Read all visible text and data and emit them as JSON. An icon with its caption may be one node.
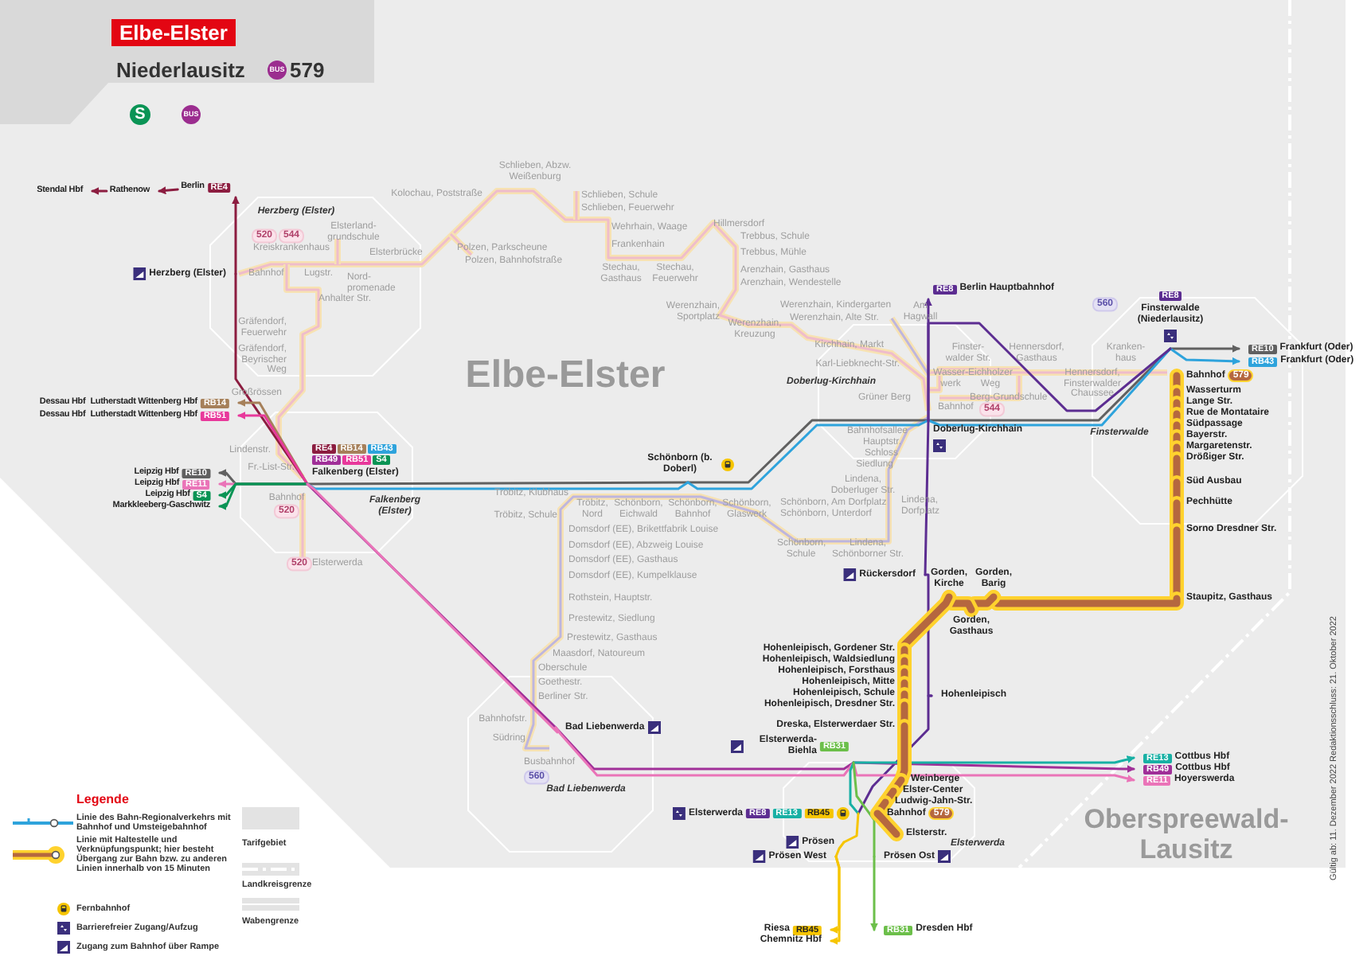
{
  "diagram": {
    "title": "Elbe-Elster",
    "nodes": [
      {
        "text": [
          "Berlin",
          "RE4"
        ]
      },
      {
        "text": [
          "Herzberg (Elster)"
        ]
      },
      {
        "text": [
          "Dessau Hbf",
          "Lutherstadt Wittenberg Hbf",
          "RB14"
        ]
      },
      {
        "text": [
          "Dessau Hbf",
          "Lutherstadt Wittenberg Hbf",
          "RB51"
        ]
      },
      {
        "text": [
          "Leipzig Hbf",
          "RE10"
        ]
      },
      {
        "text": [
          "Leipzig Hbf",
          "RE11"
        ]
      },
      {
        "text": [
          "Leipzig Hbf",
          "S4"
        ]
      },
      {
        "text": [
          "Markkleeberg-Gaschwitz"
        ]
      },
      {
        "text": [
          "RE4",
          "RB14",
          "RB43",
          "RB49",
          "RB51",
          "S4",
          "Falkenberg (Elster)"
        ]
      },
      {
        "text": [
          "Schönborn (b. Doberl)"
        ]
      },
      {
        "text": [
          "Doberlug-Kirchhain"
        ]
      },
      {
        "text": [
          "RE8",
          "Berlin Hauptbahnhof"
        ]
      },
      {
        "text": [
          "RE8",
          "Finsterwalde (Niederlausitz)"
        ]
      },
      {
        "text": [
          "RE10",
          "Frankfurt (Oder)"
        ]
      },
      {
        "text": [
          "RB43",
          "Frankfurt (Oder)"
        ]
      },
      {
        "text": [
          "Bahnhof",
          "579"
        ]
      },
      {
        "text": [
          "Wasserturm"
        ]
      },
      {
        "text": [
          "Lange Str."
        ]
      },
      {
        "text": [
          "Rue de Montataire"
        ]
      },
      {
        "text": [
          "Südpassage"
        ]
      },
      {
        "text": [
          "Bayerstr."
        ]
      },
      {
        "text": [
          "Margaretenstr."
        ]
      },
      {
        "text": [
          "Drößiger Str."
        ]
      },
      {
        "text": [
          "Süd Ausbau"
        ]
      },
      {
        "text": [
          "Pechhütte"
        ]
      },
      {
        "text": [
          "Sorno Dresdner Str."
        ]
      },
      {
        "text": [
          "Staupitz, Gasthaus"
        ]
      },
      {
        "text": [
          "Gorden, Barig"
        ]
      },
      {
        "text": [
          "Gorden, Gasthaus"
        ]
      },
      {
        "text": [
          "Gorden, Kirche"
        ]
      },
      {
        "text": [
          "Hohenleipisch, Gordener Str."
        ]
      },
      {
        "text": [
          "Hohenleipisch, Waldsiedlung"
        ]
      },
      {
        "text": [
          "Hohenleipisch, Forsthaus"
        ]
      },
      {
        "text": [
          "Hohenleipisch, Mitte"
        ]
      },
      {
        "text": [
          "Hohenleipisch, Schule"
        ]
      },
      {
        "text": [
          "Hohenleipisch, Dresdner Str."
        ]
      },
      {
        "text": [
          "Dreska, Elsterwerdaer Str."
        ]
      },
      {
        "text": [
          "Weinberge"
        ]
      },
      {
        "text": [
          "Elster-Center"
        ]
      },
      {
        "text": [
          "Ludwig-Jahn-Str."
        ]
      },
      {
        "text": [
          "Bahnhof",
          "579"
        ]
      },
      {
        "text": [
          "Elsterstr."
        ]
      },
      {
        "text": [
          "Rückersdorf"
        ]
      },
      {
        "text": [
          "Hohenleipisch"
        ]
      },
      {
        "text": [
          "Elsterwerda-Biehla",
          "RB31"
        ]
      },
      {
        "text": [
          "Elsterwerda",
          "RE8",
          "RE13",
          "RB45"
        ]
      },
      {
        "text": [
          "Bad Liebenwerda"
        ]
      },
      {
        "text": [
          "Prösen"
        ]
      },
      {
        "text": [
          "Prösen West"
        ]
      },
      {
        "text": [
          "Prösen Ost"
        ]
      },
      {
        "text": [
          "Riesa",
          "RB45"
        ]
      },
      {
        "text": [
          "Chemnitz Hbf"
        ]
      },
      {
        "text": [
          "RB31",
          "Dresden Hbf"
        ]
      },
      {
        "text": [
          "RE13",
          "Cottbus Hbf"
        ]
      },
      {
        "text": [
          "RB49",
          "Cottbus Hbf"
        ]
      },
      {
        "text": [
          "RE11",
          "Hoyerswerda"
        ]
      },
      {
        "text": [
          "Stendal Hbf"
        ]
      },
      {
        "text": [
          "Rathenow"
        ]
      }
    ],
    "edges": [
      {
        "from": 8,
        "to": 1,
        "arrow": "none",
        "color": "#8c1d40"
      },
      {
        "from": 1,
        "to": 0,
        "arrow": "to",
        "color": "#8c1d40"
      },
      {
        "from": 8,
        "to": 2,
        "arrow": "to",
        "color": "#a6805a"
      },
      {
        "from": 8,
        "to": 3,
        "arrow": "to",
        "color": "#e8399b"
      },
      {
        "from": 8,
        "to": 4,
        "arrow": "to",
        "color": "#606060"
      },
      {
        "from": 8,
        "to": 5,
        "arrow": "to",
        "color": "#ea74b8"
      },
      {
        "from": 8,
        "to": 6,
        "arrow": "to",
        "color": "#0a9455"
      },
      {
        "from": 8,
        "to": 7,
        "arrow": "to",
        "color": "#0a9455"
      },
      {
        "from": 8,
        "to": 9,
        "arrow": "none",
        "color": "#606060"
      },
      {
        "from": 9,
        "to": 10,
        "arrow": "none",
        "color": "#606060"
      },
      {
        "from": 10,
        "to": 12,
        "arrow": "none",
        "color": "#606060"
      },
      {
        "from": 12,
        "to": 13,
        "arrow": "to",
        "color": "#606060"
      },
      {
        "from": 8,
        "to": 9,
        "arrow": "none",
        "color": "#2ea3dc"
      },
      {
        "from": 9,
        "to": 10,
        "arrow": "none",
        "color": "#2ea3dc"
      },
      {
        "from": 10,
        "to": 12,
        "arrow": "none",
        "color": "#2ea3dc"
      },
      {
        "from": 12,
        "to": 14,
        "arrow": "to",
        "color": "#2ea3dc"
      },
      {
        "from": 10,
        "to": 11,
        "arrow": "to",
        "color": "#5c2d91"
      },
      {
        "from": 10,
        "to": 12,
        "arrow": "none",
        "color": "#5c2d91"
      },
      {
        "from": 10,
        "to": 42,
        "arrow": "none",
        "color": "#5c2d91"
      },
      {
        "from": 42,
        "to": 43,
        "arrow": "none",
        "color": "#5c2d91"
      },
      {
        "from": 43,
        "to": 45,
        "arrow": "none",
        "color": "#5c2d91"
      },
      {
        "from": 8,
        "to": 46,
        "arrow": "none",
        "color": "#a02f98"
      },
      {
        "from": 46,
        "to": 44,
        "arrow": "none",
        "color": "#a02f98"
      },
      {
        "from": 44,
        "to": 54,
        "arrow": "to",
        "color": "#a02f98"
      },
      {
        "from": 8,
        "to": 46,
        "arrow": "none",
        "color": "#ea74b8"
      },
      {
        "from": 46,
        "to": 44,
        "arrow": "none",
        "color": "#ea74b8"
      },
      {
        "from": 44,
        "to": 55,
        "arrow": "to",
        "color": "#ea74b8"
      },
      {
        "from": 45,
        "to": 44,
        "arrow": "none",
        "color": "#18b0a4"
      },
      {
        "from": 44,
        "to": 53,
        "arrow": "to",
        "color": "#18b0a4"
      },
      {
        "from": 44,
        "to": 49,
        "arrow": "none",
        "color": "#6cbf4a"
      },
      {
        "from": 49,
        "to": 52,
        "arrow": "to",
        "color": "#6cbf4a"
      },
      {
        "from": 45,
        "to": 47,
        "arrow": "none",
        "color": "#f6c500"
      },
      {
        "from": 47,
        "to": 48,
        "arrow": "none",
        "color": "#f6c500"
      },
      {
        "from": 48,
        "to": 50,
        "arrow": "to",
        "color": "#f6c500"
      },
      {
        "from": 48,
        "to": 51,
        "arrow": "to",
        "color": "#f6c500"
      },
      {
        "from": 15,
        "to": 16,
        "arrow": "none",
        "style": "thick"
      },
      {
        "from": 16,
        "to": 17,
        "arrow": "none",
        "style": "thick"
      },
      {
        "from": 17,
        "to": 18,
        "arrow": "none",
        "style": "thick"
      },
      {
        "from": 18,
        "to": 19,
        "arrow": "none",
        "style": "thick"
      },
      {
        "from": 19,
        "to": 20,
        "arrow": "none",
        "style": "thick"
      },
      {
        "from": 20,
        "to": 21,
        "arrow": "none",
        "style": "thick"
      },
      {
        "from": 21,
        "to": 22,
        "arrow": "none",
        "style": "thick"
      },
      {
        "from": 22,
        "to": 23,
        "arrow": "none",
        "style": "thick"
      },
      {
        "from": 23,
        "to": 24,
        "arrow": "none",
        "style": "thick"
      },
      {
        "from": 24,
        "to": 25,
        "arrow": "none",
        "style": "thick"
      },
      {
        "from": 25,
        "to": 26,
        "arrow": "none",
        "style": "thick"
      },
      {
        "from": 26,
        "to": 27,
        "arrow": "none",
        "style": "thick"
      },
      {
        "from": 27,
        "to": 28,
        "arrow": "none",
        "style": "thick"
      },
      {
        "from": 28,
        "to": 29,
        "arrow": "none",
        "style": "thick"
      },
      {
        "from": 29,
        "to": 30,
        "arrow": "none",
        "style": "thick"
      },
      {
        "from": 30,
        "to": 31,
        "arrow": "none",
        "style": "thick"
      },
      {
        "from": 31,
        "to": 32,
        "arrow": "none",
        "style": "thick"
      },
      {
        "from": 32,
        "to": 33,
        "arrow": "none",
        "style": "thick"
      },
      {
        "from": 33,
        "to": 34,
        "arrow": "none",
        "style": "thick"
      },
      {
        "from": 34,
        "to": 35,
        "arrow": "none",
        "style": "thick"
      },
      {
        "from": 35,
        "to": 36,
        "arrow": "none",
        "style": "thick"
      },
      {
        "from": 36,
        "to": 37,
        "arrow": "none",
        "style": "thick"
      },
      {
        "from": 37,
        "to": 38,
        "arrow": "none",
        "style": "thick"
      },
      {
        "from": 38,
        "to": 39,
        "arrow": "none",
        "style": "thick"
      },
      {
        "from": 39,
        "to": 40,
        "arrow": "none",
        "style": "thick"
      },
      {
        "from": 40,
        "to": 41,
        "arrow": "none",
        "style": "thick"
      },
      {
        "from": 0,
        "to": 57,
        "arrow": "to",
        "color": "#8c1d40"
      },
      {
        "from": 57,
        "to": 56,
        "arrow": "to",
        "color": "#8c1d40"
      }
    ],
    "labels": [
      "Niederlausitz",
      "BUS",
      "579",
      "S",
      "BUS",
      "Elbe-Elster",
      "Oberspreewald-Lausitz",
      "Herzberg (Elster)",
      "Falkenberg (Elster)",
      "Doberlug-Kirchhain",
      "Finsterwalde",
      "Bad Liebenwerda",
      "Elsterwerda",
      "520",
      "544",
      "Kreiskrankenhaus",
      "Elsterland-grundschule",
      "Bahnhof",
      "Lugstr.",
      "Nord-promenade",
      "Elsterbrücke",
      "Anhalter Str.",
      "Gräfendorf, Feuerwehr",
      "Gräfendorf, Beyrischer Weg",
      "Großrössen",
      "Kolochau, Poststraße",
      "Schlieben, Abzw. Weißenburg",
      "Schlieben, Schule",
      "Schlieben, Feuerwehr",
      "Wehrhain, Waage",
      "Polzen, Parkscheune",
      "Polzen, Bahnhofstraße",
      "Frankenhain",
      "Stechau, Gasthaus",
      "Stechau, Feuerwehr",
      "Hillmersdorf",
      "Trebbus, Schule",
      "Trebbus, Mühle",
      "Arenzhain, Gasthaus",
      "Arenzhain, Wendestelle",
      "Werenzhain, Sportplatz",
      "Werenzhain, Kreuzung",
      "Werenzhain, Kindergarten",
      "Werenzhain, Alte Str.",
      "Am Hagwall",
      "Kirchhain, Markt",
      "Karl-Liebknecht-Str.",
      "Grüner Berg",
      "Wasser-werk",
      "Eichholzer Weg",
      "Berg-Grundschule",
      "Bahnhof",
      "544",
      "Finster-walder Str.",
      "Hennersdorf, Gasthaus",
      "Hennersdorf, Finsterwalder Chaussee",
      "Kranken-haus",
      "560",
      "Bahnhofsallee",
      "Hauptstr.",
      "Schloss",
      "Siedlung",
      "Lindena, Doberluger Str.",
      "Lindena, Dorfplatz",
      "Schönborn, Schule",
      "Lindena, Schönborner Str.",
      "Schönborn, Am Dorfplatz",
      "Schönborn, Unterdorf",
      "Schönborn, Glaswerk",
      "Schönborn, Bahnhof",
      "Schönborn, Eichwald",
      "Tröbitz, Nord",
      "Tröbitz, Klubhaus",
      "Tröbitz, Schule",
      "Domsdorf (EE), Brikettfabrik Louise",
      "Domsdorf (EE), Abzweig Louise",
      "Domsdorf (EE), Gasthaus",
      "Domsdorf (EE), Kumpelklause",
      "Rothstein, Hauptstr.",
      "Prestewitz, Siedlung",
      "Prestewitz, Gasthaus",
      "Maasdorf, Natoureum",
      "Oberschule",
      "Goethestr.",
      "Berliner Str.",
      "Bahnhofstr.",
      "Südring",
      "Busbahnhof",
      "560",
      "Lindenstr.",
      "Fr.-List-Str.",
      "Bahnhof",
      "520",
      "520",
      "Elsterwerda",
      "Legende",
      "Gültig ab: 11. Dezember 2022 Redaktionsschluss: 21. Oktober 2022"
    ],
    "legend": [
      {
        "text": "Linie des Bahn-Regionalverkehrs mit Bahnhof und Umsteigebahnhof"
      },
      {
        "text": "Linie mit Haltestelle und Verknüpfungspunkt; hier besteht Übergang zur Bahn bzw. zu anderen Linien innerhalb von 15 Minuten"
      },
      {
        "text": "Fernbahnhof"
      },
      {
        "text": "Barrierefreier Zugang/Aufzug"
      },
      {
        "text": "Zugang zum Bahnhof über Rampe"
      },
      {
        "text": "Tarifgebiet",
        "color": "#e3e3e3"
      },
      {
        "text": "Landkreisgrenze"
      },
      {
        "text": "Wabengrenze"
      }
    ]
  }
}
